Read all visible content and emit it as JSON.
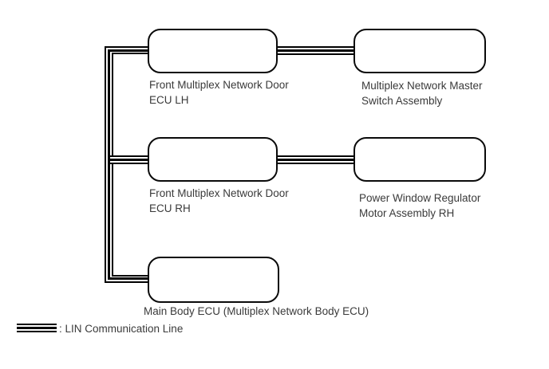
{
  "diagram": {
    "background_color": "#ffffff",
    "line_color": "#000000",
    "text_color": "#3a3a3a",
    "nodes": [
      {
        "id": "front-multiplex-network-door-ecu-lh",
        "line1": "Front Multiplex Network Door",
        "line2": "ECU LH"
      },
      {
        "id": "multiplex-network-master-switch-assembly",
        "line1": "Multiplex Network Master",
        "line2": "Switch Assembly"
      },
      {
        "id": "front-multiplex-network-door-ecu-rh",
        "line1": "Front Multiplex Network Door",
        "line2": "ECU RH"
      },
      {
        "id": "power-window-regulator-motor-assembly-rh",
        "line1": "Power Window Regulator",
        "line2": "Motor Assembly RH"
      },
      {
        "id": "main-body-ecu",
        "line1": "Main Body ECU (Multiplex Network Body ECU)",
        "line2": ""
      }
    ],
    "edges": [
      {
        "from": "front-multiplex-network-door-ecu-lh",
        "to": "multiplex-network-master-switch-assembly",
        "type": "LIN Communication Line"
      },
      {
        "from": "front-multiplex-network-door-ecu-rh",
        "to": "power-window-regulator-motor-assembly-rh",
        "type": "LIN Communication Line"
      },
      {
        "from": "lin-trunk",
        "to": "front-multiplex-network-door-ecu-lh",
        "type": "LIN Communication Line"
      },
      {
        "from": "lin-trunk",
        "to": "front-multiplex-network-door-ecu-rh",
        "type": "LIN Communication Line"
      },
      {
        "from": "lin-trunk",
        "to": "main-body-ecu",
        "type": "LIN Communication Line"
      }
    ],
    "legend": {
      "label": ": LIN Communication Line"
    }
  }
}
